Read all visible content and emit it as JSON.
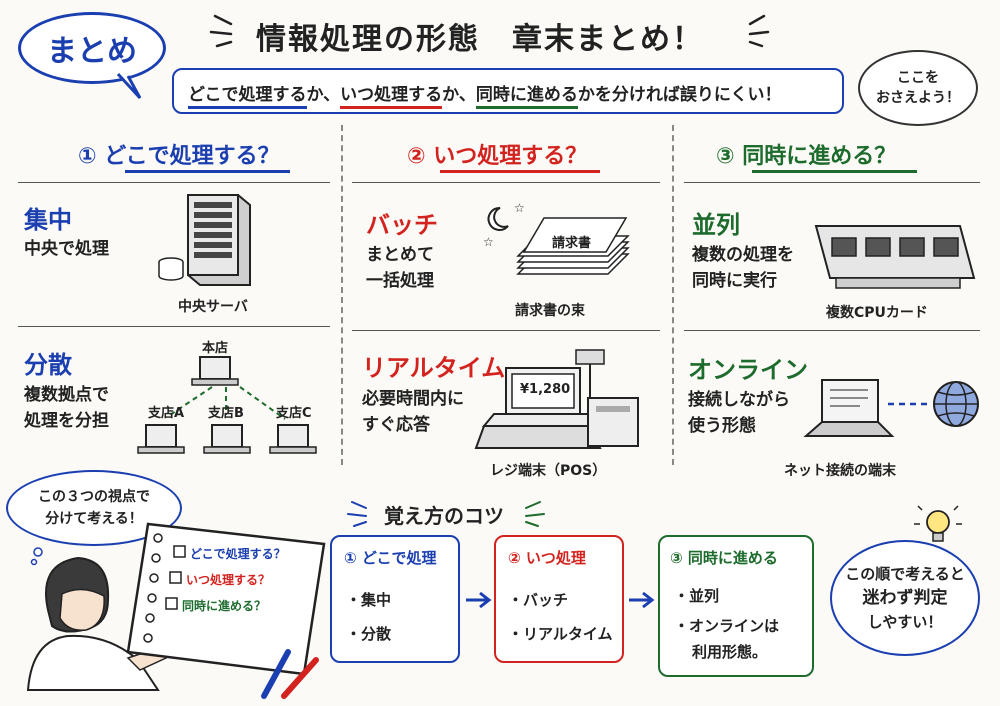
{
  "badge": "まとめ",
  "title": "情報処理の形態　章末まとめ！",
  "subtitle": {
    "p1": "どこで処理する",
    "p2": "か、",
    "p3": "いつ処理する",
    "p4": "か、",
    "p5": "同時に進める",
    "p6": "かを分ければ誤りにくい！"
  },
  "note_top": [
    "ここを",
    "おさえよう！"
  ],
  "columns": [
    {
      "header": "① どこで処理する？",
      "blocks": [
        {
          "title": "集中",
          "lines": [
            "中央で処理"
          ],
          "caption": "中央サーバ"
        },
        {
          "title": "分散",
          "lines": [
            "複数拠点で",
            "処理を分担"
          ],
          "nodes": [
            "本店",
            "支店A",
            "支店B",
            "支店C"
          ]
        }
      ]
    },
    {
      "header": "② いつ処理する？",
      "blocks": [
        {
          "title": "バッチ",
          "lines": [
            "まとめて",
            "一括処理"
          ],
          "caption": "請求書の束",
          "doc_label": "請求書"
        },
        {
          "title": "リアルタイム",
          "lines": [
            "必要時間内に",
            "すぐ応答"
          ],
          "caption": "レジ端末（POS）",
          "screen": "¥1,280"
        }
      ]
    },
    {
      "header": "③ 同時に進める？",
      "blocks": [
        {
          "title": "並列",
          "lines": [
            "複数の処理を",
            "同時に実行"
          ],
          "caption": "複数CPUカード"
        },
        {
          "title": "オンライン",
          "lines": [
            "接続しながら",
            "使う形態"
          ],
          "caption": "ネット接続の端末"
        }
      ]
    }
  ],
  "speech": [
    "この３つの視点で",
    "分けて考える！"
  ],
  "notebook": [
    "どこで処理する？",
    "いつ処理する？",
    "同時に進める？"
  ],
  "tips_title": "覚え方のコツ",
  "tips": [
    {
      "head": "① どこで処理",
      "items": [
        "・集中",
        "・分散"
      ]
    },
    {
      "head": "② いつ処理",
      "items": [
        "・バッチ",
        "・リアルタイム"
      ]
    },
    {
      "head": "③ 同時に進める",
      "items": [
        "・並列",
        "・オンラインは",
        "利用形態。"
      ]
    }
  ],
  "note_bottom": [
    "この順で考えると",
    "迷わず判定",
    "しやすい！"
  ],
  "colors": {
    "blue": "#1b3fb0",
    "red": "#d3231f",
    "green": "#1d6b2d"
  }
}
